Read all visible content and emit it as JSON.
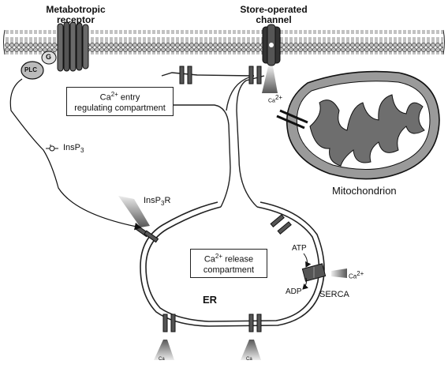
{
  "labels": {
    "metabotropic_receptor": "Metabotropic receptor",
    "store_operated_channel": "Store-operated channel",
    "plc": "PLC",
    "g_protein": "G",
    "ca_entry_box_line1_pre": "Ca",
    "ca_entry_box_line1_sup": "2+",
    "ca_entry_box_line1_post": " entry",
    "ca_entry_box_line2": "regulating compartment",
    "insp3_base": "InsP",
    "insp3_sub": "3",
    "insp3r_base": "InsP",
    "insp3r_sub": "3",
    "insp3r_post": "R",
    "mitochondrion": "Mitochondrion",
    "ca_release_line1_pre": "Ca",
    "ca_release_line1_sup": "2+",
    "ca_release_line1_post": " release",
    "ca_release_line2": "compartment",
    "er": "ER",
    "atp": "ATP",
    "adp": "ADP",
    "serca": "SERCA",
    "ca_serca": "Ca",
    "ca_serca_sup": "2+",
    "ca_mito": "Ca",
    "ca_mito_sup": "2+",
    "ca_bottom_left": "Ca",
    "ca_bottom_right": "Ca"
  }
}
